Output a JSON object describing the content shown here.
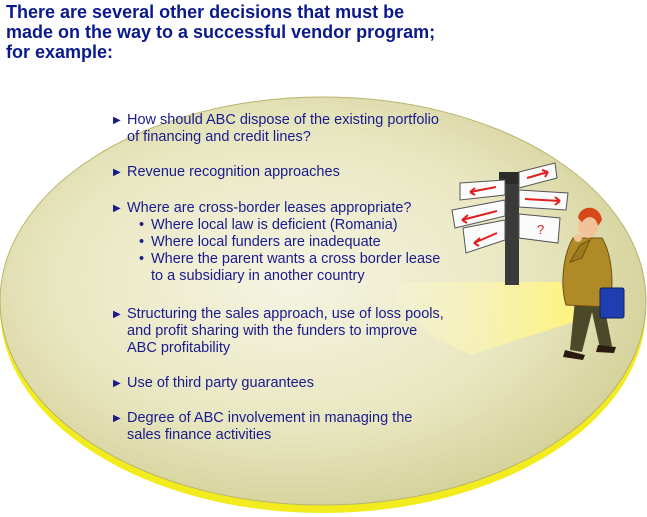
{
  "title": "There are several other decisions that must be made on the way to a successful vendor program; for example:",
  "bullets": [
    {
      "text": "How should ABC dispose of the existing portfolio of financing and credit lines?"
    },
    {
      "text": "Revenue recognition approaches"
    },
    {
      "text": "Where are cross-border leases appropriate?",
      "subs": [
        "Where local law is deficient (Romania)",
        "Where local funders are inadequate",
        "Where the parent wants a cross border lease to a subsidiary in another country"
      ]
    },
    {
      "text": "Structuring the sales approach, use of loss pools, and profit sharing with the funders to improve ABC profitability"
    },
    {
      "text": "Use of third party guarantees"
    },
    {
      "text": "Degree of ABC involvement in managing the sales finance activities"
    }
  ],
  "colors": {
    "title": "#0a1a8c",
    "body_text": "#1a1a90",
    "disc_fill_center": "#f3f2dc",
    "disc_fill_edge": "#d6d39e",
    "disc_rim": "#f2ec1e"
  },
  "illustration": "person-at-signpost-illustration"
}
